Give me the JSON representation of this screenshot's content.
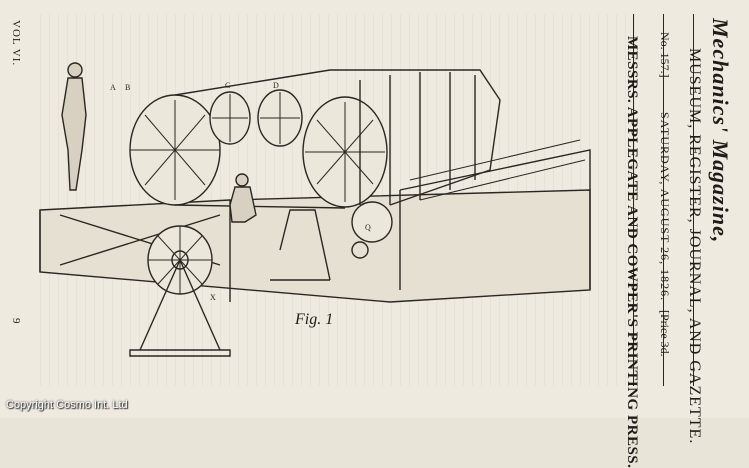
{
  "masthead": {
    "title": "Mechanics' Magazine,",
    "subtitle": "MUSEUM, REGISTER, JOURNAL, AND GAZETTE.",
    "number": "No. 157.]",
    "date": "SATURDAY, AUGUST 26, 1826.",
    "price": "[Price 3d."
  },
  "article": {
    "title": "MESSRS. APPLEGATE AND COWPER'S PRINTING PRESS."
  },
  "figure": {
    "caption": "Fig. 1"
  },
  "margin": {
    "volume": "VOL VI.",
    "page_number": "9"
  },
  "watermark": "Copyright Cosmo Int. Ltd"
}
